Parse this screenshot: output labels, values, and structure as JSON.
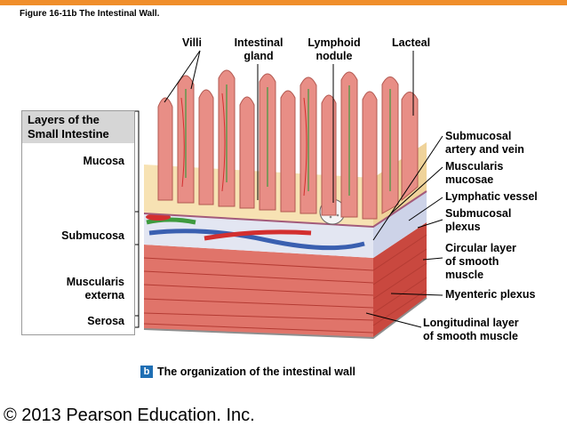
{
  "header": {
    "figure_title": "Figure 16-11b  The Intestinal Wall."
  },
  "top_labels": {
    "villi": "Villi",
    "intestinal_gland_1": "Intestinal",
    "intestinal_gland_2": "gland",
    "lymphoid_nodule_1": "Lymphoid",
    "lymphoid_nodule_2": "nodule",
    "lacteal": "Lacteal"
  },
  "layers_panel": {
    "title_1": "Layers of the",
    "title_2": "Small Intestine",
    "mucosa": "Mucosa",
    "submucosa": "Submucosa",
    "muscularis_1": "Muscularis",
    "muscularis_2": "externa",
    "serosa": "Serosa"
  },
  "right_labels": {
    "submucosal_artery_1": "Submucosal",
    "submucosal_artery_2": "artery and vein",
    "muscularis_mucosae_1": "Muscularis",
    "muscularis_mucosae_2": "mucosae",
    "lymphatic_vessel": "Lymphatic vessel",
    "submucosal_plexus_1": "Submucosal",
    "submucosal_plexus_2": "plexus",
    "circular_layer_1": "Circular layer",
    "circular_layer_2": "of smooth",
    "circular_layer_3": "muscle",
    "myenteric_plexus": "Myenteric plexus",
    "longitudinal_layer_1": "Longitudinal layer",
    "longitudinal_layer_2": "of smooth muscle"
  },
  "caption": {
    "badge": "b",
    "text": "The organization of the intestinal wall"
  },
  "footer": {
    "copyright": "© 2013 Pearson Education. Inc."
  },
  "colors": {
    "accent_bar": "#f08e2b",
    "villi_fill": "#e88e86",
    "lamina_fill": "#f7e2b3",
    "submucosa_fill": "#e3e6f2",
    "muscle_fill": "#d9544a",
    "artery": "#d32f2f",
    "vein": "#3a5fb0",
    "lymph": "#3f9a3f"
  }
}
